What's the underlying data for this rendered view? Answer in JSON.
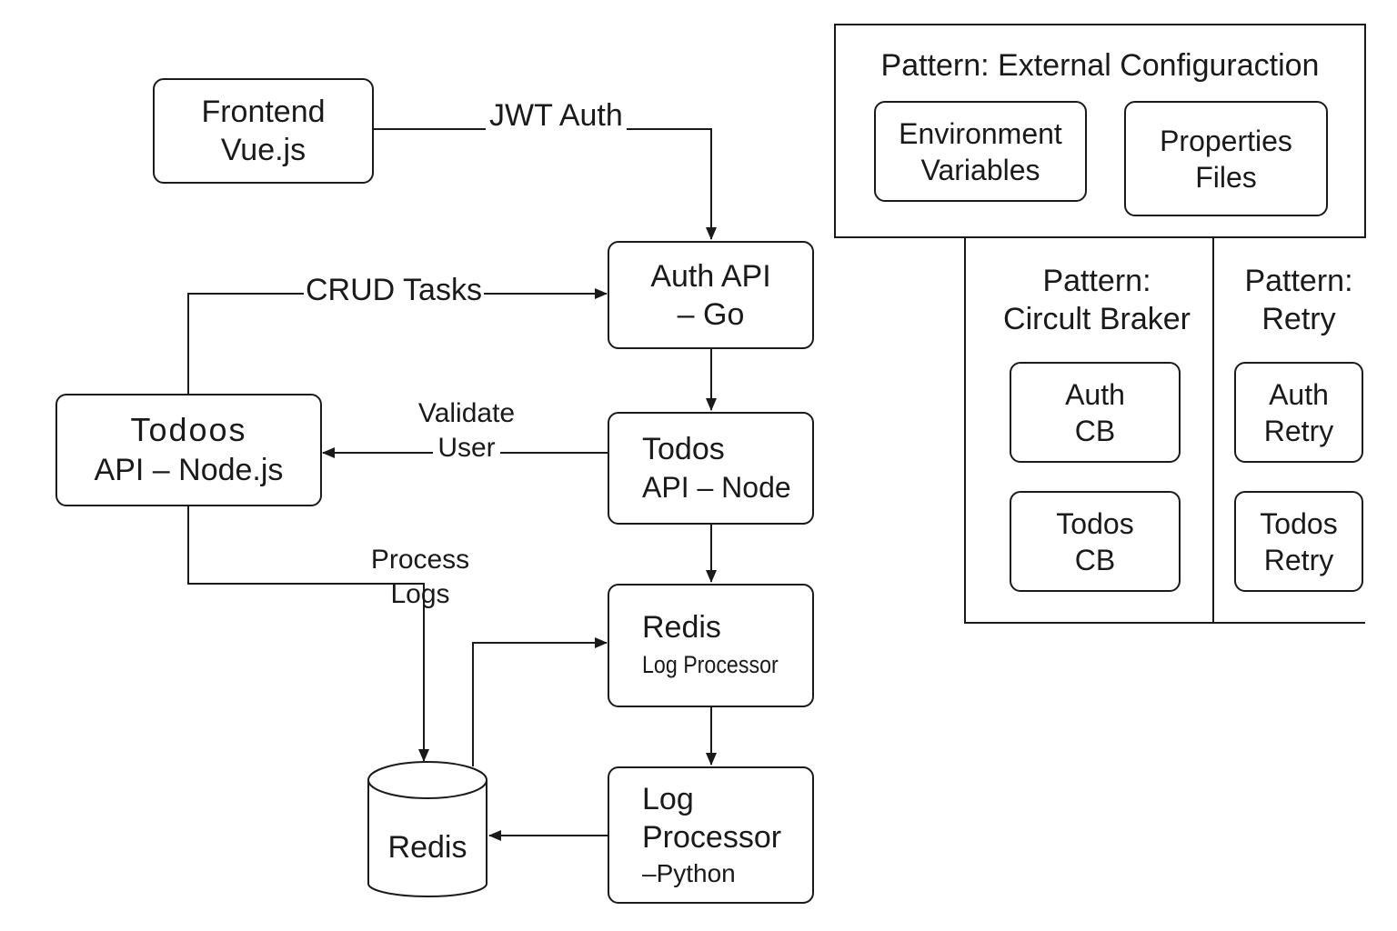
{
  "nodes": {
    "frontend": {
      "line1": "Frontend",
      "line2": "Vue.js"
    },
    "auth_api": {
      "line1": "Auth API",
      "line2": "– Go"
    },
    "todoos_api": {
      "line1": "Todoos",
      "line2": "API – Node.js"
    },
    "todos_api": {
      "line1": "Todos",
      "line2": "API – Node"
    },
    "redis_processor": {
      "line1": "Redis",
      "line2": "Log Processor"
    },
    "log_processor": {
      "line1": "Log",
      "line2": "Processor",
      "line3": "–Python"
    },
    "redis_db": {
      "label": "Redis"
    }
  },
  "edges": {
    "jwt_auth": "JWT Auth",
    "crud_tasks": "CRUD Tasks",
    "validate_user": {
      "line1": "Validate",
      "line2": "User"
    },
    "process_logs": {
      "line1": "Process",
      "line2": "Logs"
    }
  },
  "patterns": {
    "external_config": {
      "title": "Pattern: External Configuraction",
      "items": [
        {
          "line1": "Environment",
          "line2": "Variables"
        },
        {
          "line1": "Properties",
          "line2": "Files"
        }
      ]
    },
    "circuit_breaker": {
      "title_line1": "Pattern:",
      "title_line2": "Circult Braker",
      "items": [
        {
          "line1": "Auth",
          "line2": "CB"
        },
        {
          "line1": "Todos",
          "line2": "CB"
        }
      ]
    },
    "retry": {
      "title_line1": "Pattern:",
      "title_line2": "Retry",
      "items": [
        {
          "line1": "Auth",
          "line2": "Retry"
        },
        {
          "line1": "Todos",
          "line2": "Retry"
        }
      ]
    }
  }
}
